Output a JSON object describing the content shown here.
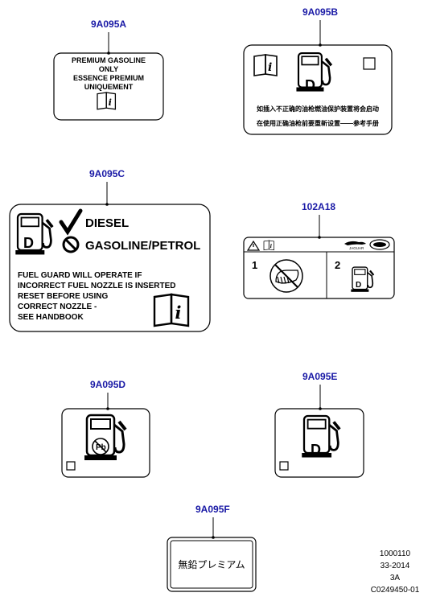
{
  "labels": {
    "A": {
      "code": "9A095A",
      "lines": [
        "PREMIUM  GASOLINE",
        "ONLY",
        "ESSENCE  PREMIUM",
        "UNIQUEMENT"
      ]
    },
    "B": {
      "code": "9A095B",
      "cn_line1": "如插入不正确的油枪燃油保护装置将会启动",
      "cn_line2": "在使用正确油枪前要重新设置——参考手册"
    },
    "C": {
      "code": "9A095C",
      "diesel": "DIESEL",
      "gasoline": "GASOLINE/PETROL",
      "lines": [
        "FUEL GUARD WILL OPERATE IF",
        "INCORRECT FUEL NOZZLE IS INSERTED",
        "RESET BEFORE USING",
        "CORRECT NOZZLE -",
        "SEE HANDBOOK"
      ]
    },
    "R": {
      "code": "102A18",
      "jaguar": "JAGUAR",
      "step1": "1",
      "step2": "2",
      "fuel_letter": "D"
    },
    "D": {
      "code": "9A095D",
      "unleaded_symbol": "Pb"
    },
    "E": {
      "code": "9A095E",
      "fuel_letter": "D"
    },
    "F": {
      "code": "9A095F",
      "text": "無鉛プレミアム"
    }
  },
  "reference": [
    "1000110",
    "33-2014",
    "3A",
    "C0249450-01"
  ],
  "colors": {
    "code_text": "#1a1aa6",
    "line": "#000000"
  }
}
